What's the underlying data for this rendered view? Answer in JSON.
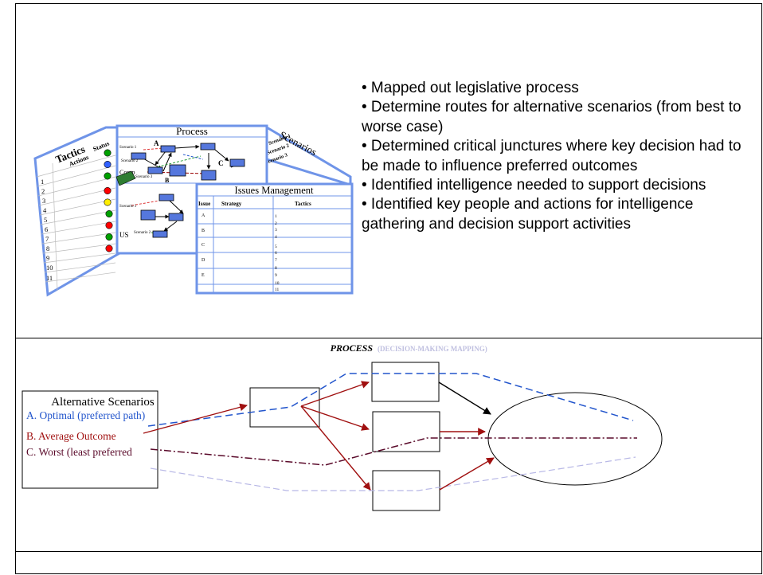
{
  "bullets": [
    "• Mapped out legislative process",
    "• Determine routes for alternative scenarios (from best to worse case)",
    "• Determined critical junctures where key decision had to be made to influence preferred outcomes",
    "• Identified intelligence needed to support decisions",
    "• Identified key people and actions for intelligence gathering and decision support activities"
  ],
  "thumbnail": {
    "tactics_title": "Tactics",
    "actions_label": "Actions",
    "status_label": "Status",
    "row_numbers": [
      "1",
      "2",
      "3",
      "4",
      "5",
      "6",
      "7",
      "8",
      "9",
      "10",
      "11"
    ],
    "status_colors": [
      "#00a000",
      "#3060ff",
      "#00a000",
      "#ff0000",
      "#ffee00",
      "#00a000",
      "#ff0000",
      "#00a000",
      "#ff0000"
    ],
    "process_title": "Process",
    "scenario1": "Scenario 1",
    "scenario2": "Scenario 2",
    "scenario3": "Scenario 3",
    "label_a": "A",
    "label_b": "B",
    "label_c": "C",
    "comp_label": "Comp",
    "us_label": "US",
    "scenarios_title": "Scenarios",
    "issues_title": "Issues Management",
    "issue_col": "Issue",
    "strategy_col": "Strategy",
    "tactics_col": "Tactics",
    "issue_rows": [
      "A",
      "B",
      "C",
      "D",
      "E"
    ],
    "tactic_numbers": [
      "1",
      "2",
      "3",
      "4",
      "5",
      "6",
      "7",
      "8",
      "9",
      "10",
      "11"
    ]
  },
  "process_header": {
    "title": "PROCESS",
    "subtitle": "(DECISION-MAKING MAPPING)"
  },
  "scenarios_box": {
    "title": "Alternative Scenarios",
    "a": "A. Optimal (preferred path)",
    "b": "B. Average Outcome",
    "c": "C. Worst (least preferred"
  },
  "colors": {
    "optimal": "#2255cc",
    "average": "#a01010",
    "worst": "#5a0a2a",
    "worst_path": "#b8b8e6",
    "subtitle": "#c0c0e0",
    "thumb_border": "#6f94e8",
    "node_fill": "#5577dd"
  }
}
